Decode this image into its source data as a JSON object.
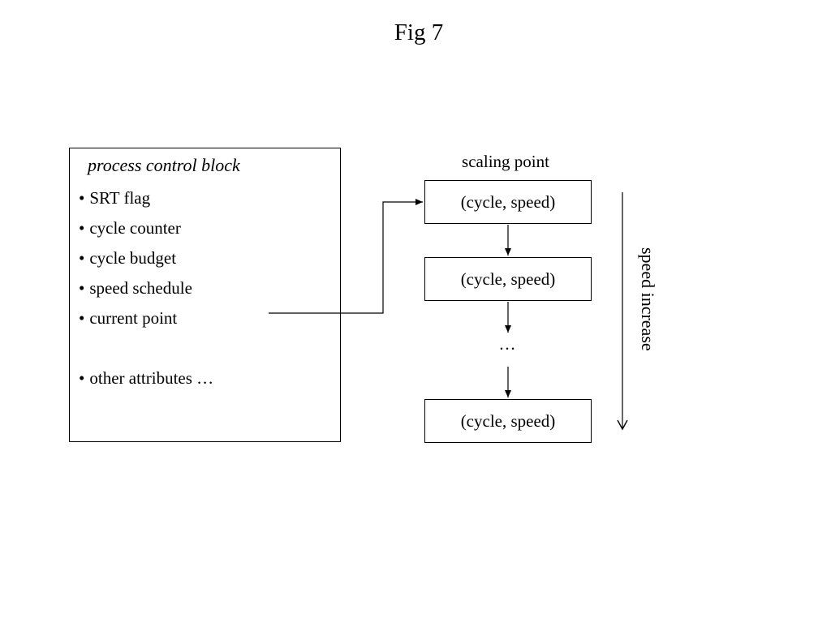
{
  "title": "Fig 7",
  "pcb": {
    "title": "process control block",
    "items": [
      "SRT flag",
      "cycle counter",
      "cycle budget",
      "speed schedule",
      "current point",
      "other attributes …"
    ]
  },
  "scaling": {
    "label": "scaling point",
    "points": [
      "(cycle, speed)",
      "(cycle, speed)",
      "(cycle, speed)"
    ],
    "ellipsis": "…"
  },
  "direction_label": "speed increase"
}
